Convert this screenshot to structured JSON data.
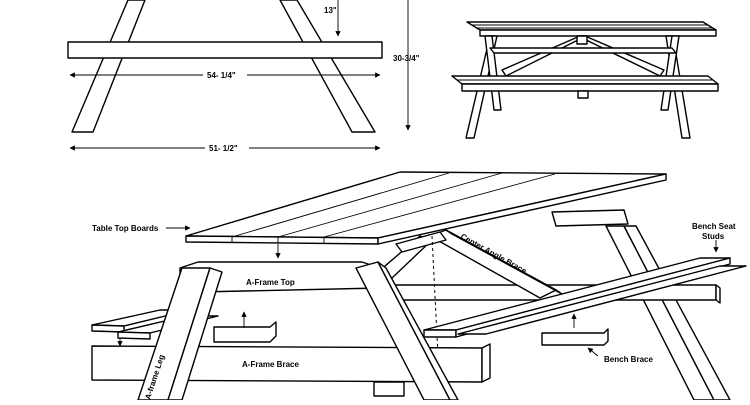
{
  "dimensions": {
    "leg_height": "13\"",
    "total_height": "30-3/4\"",
    "brace_length": "54- 1/4\"",
    "leg_spread": "51- 1/2\""
  },
  "labels": {
    "table_top_boards": "Table Top Boards",
    "bench_seat_studs_line1": "Bench Seat",
    "bench_seat_studs_line2": "Studs",
    "a_frame_top": "A-Frame Top",
    "center_angle_brace": "Center Angle Brace",
    "a_frame_brace": "A-Frame Brace",
    "bench_brace": "Bench Brace",
    "a_frame_leg": "A-frame Leg"
  },
  "colors": {
    "line": "#000000",
    "background": "#ffffff"
  }
}
